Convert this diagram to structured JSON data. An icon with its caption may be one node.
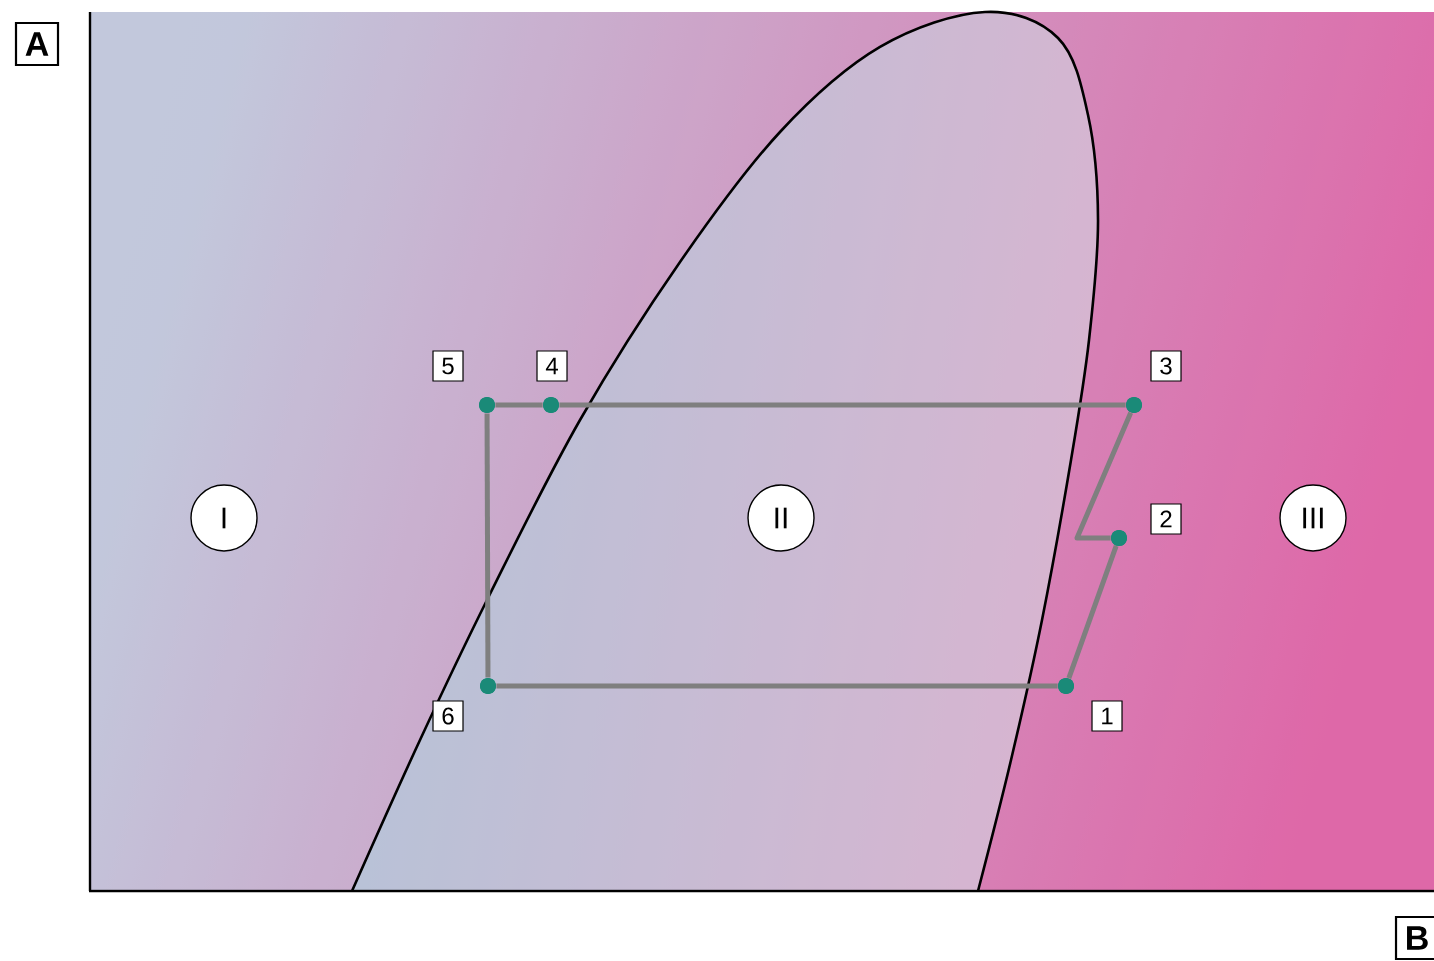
{
  "diagram": {
    "nodes": [
      {
        "text": [
          "A"
        ]
      },
      {
        "text": [],
        "shape": "circle",
        "beside": [
          "5"
        ]
      },
      {
        "text": [],
        "shape": "circle",
        "beside": [
          "4"
        ]
      },
      {
        "text": [],
        "shape": "circle",
        "beside": [
          "3"
        ]
      },
      {
        "text": [
          "I"
        ]
      },
      {
        "text": [
          "II"
        ]
      },
      {
        "text": [],
        "shape": "circle",
        "beside": [
          "2"
        ]
      },
      {
        "text": [
          "III"
        ]
      },
      {
        "text": [],
        "shape": "circle",
        "beside": [
          "6"
        ]
      },
      {
        "text": [],
        "shape": "circle",
        "beside": [
          "1"
        ]
      },
      {
        "text": [
          "B"
        ]
      }
    ],
    "edges": [
      {
        "from": 9,
        "to": 6,
        "arrow": "none"
      },
      {
        "from": 6,
        "to": 3,
        "arrow": "none"
      },
      {
        "from": 3,
        "to": 2,
        "arrow": "none"
      },
      {
        "from": 2,
        "to": 1,
        "arrow": "none"
      },
      {
        "from": 1,
        "to": 8,
        "arrow": "none"
      },
      {
        "from": 8,
        "to": 9,
        "arrow": "none"
      }
    ]
  }
}
